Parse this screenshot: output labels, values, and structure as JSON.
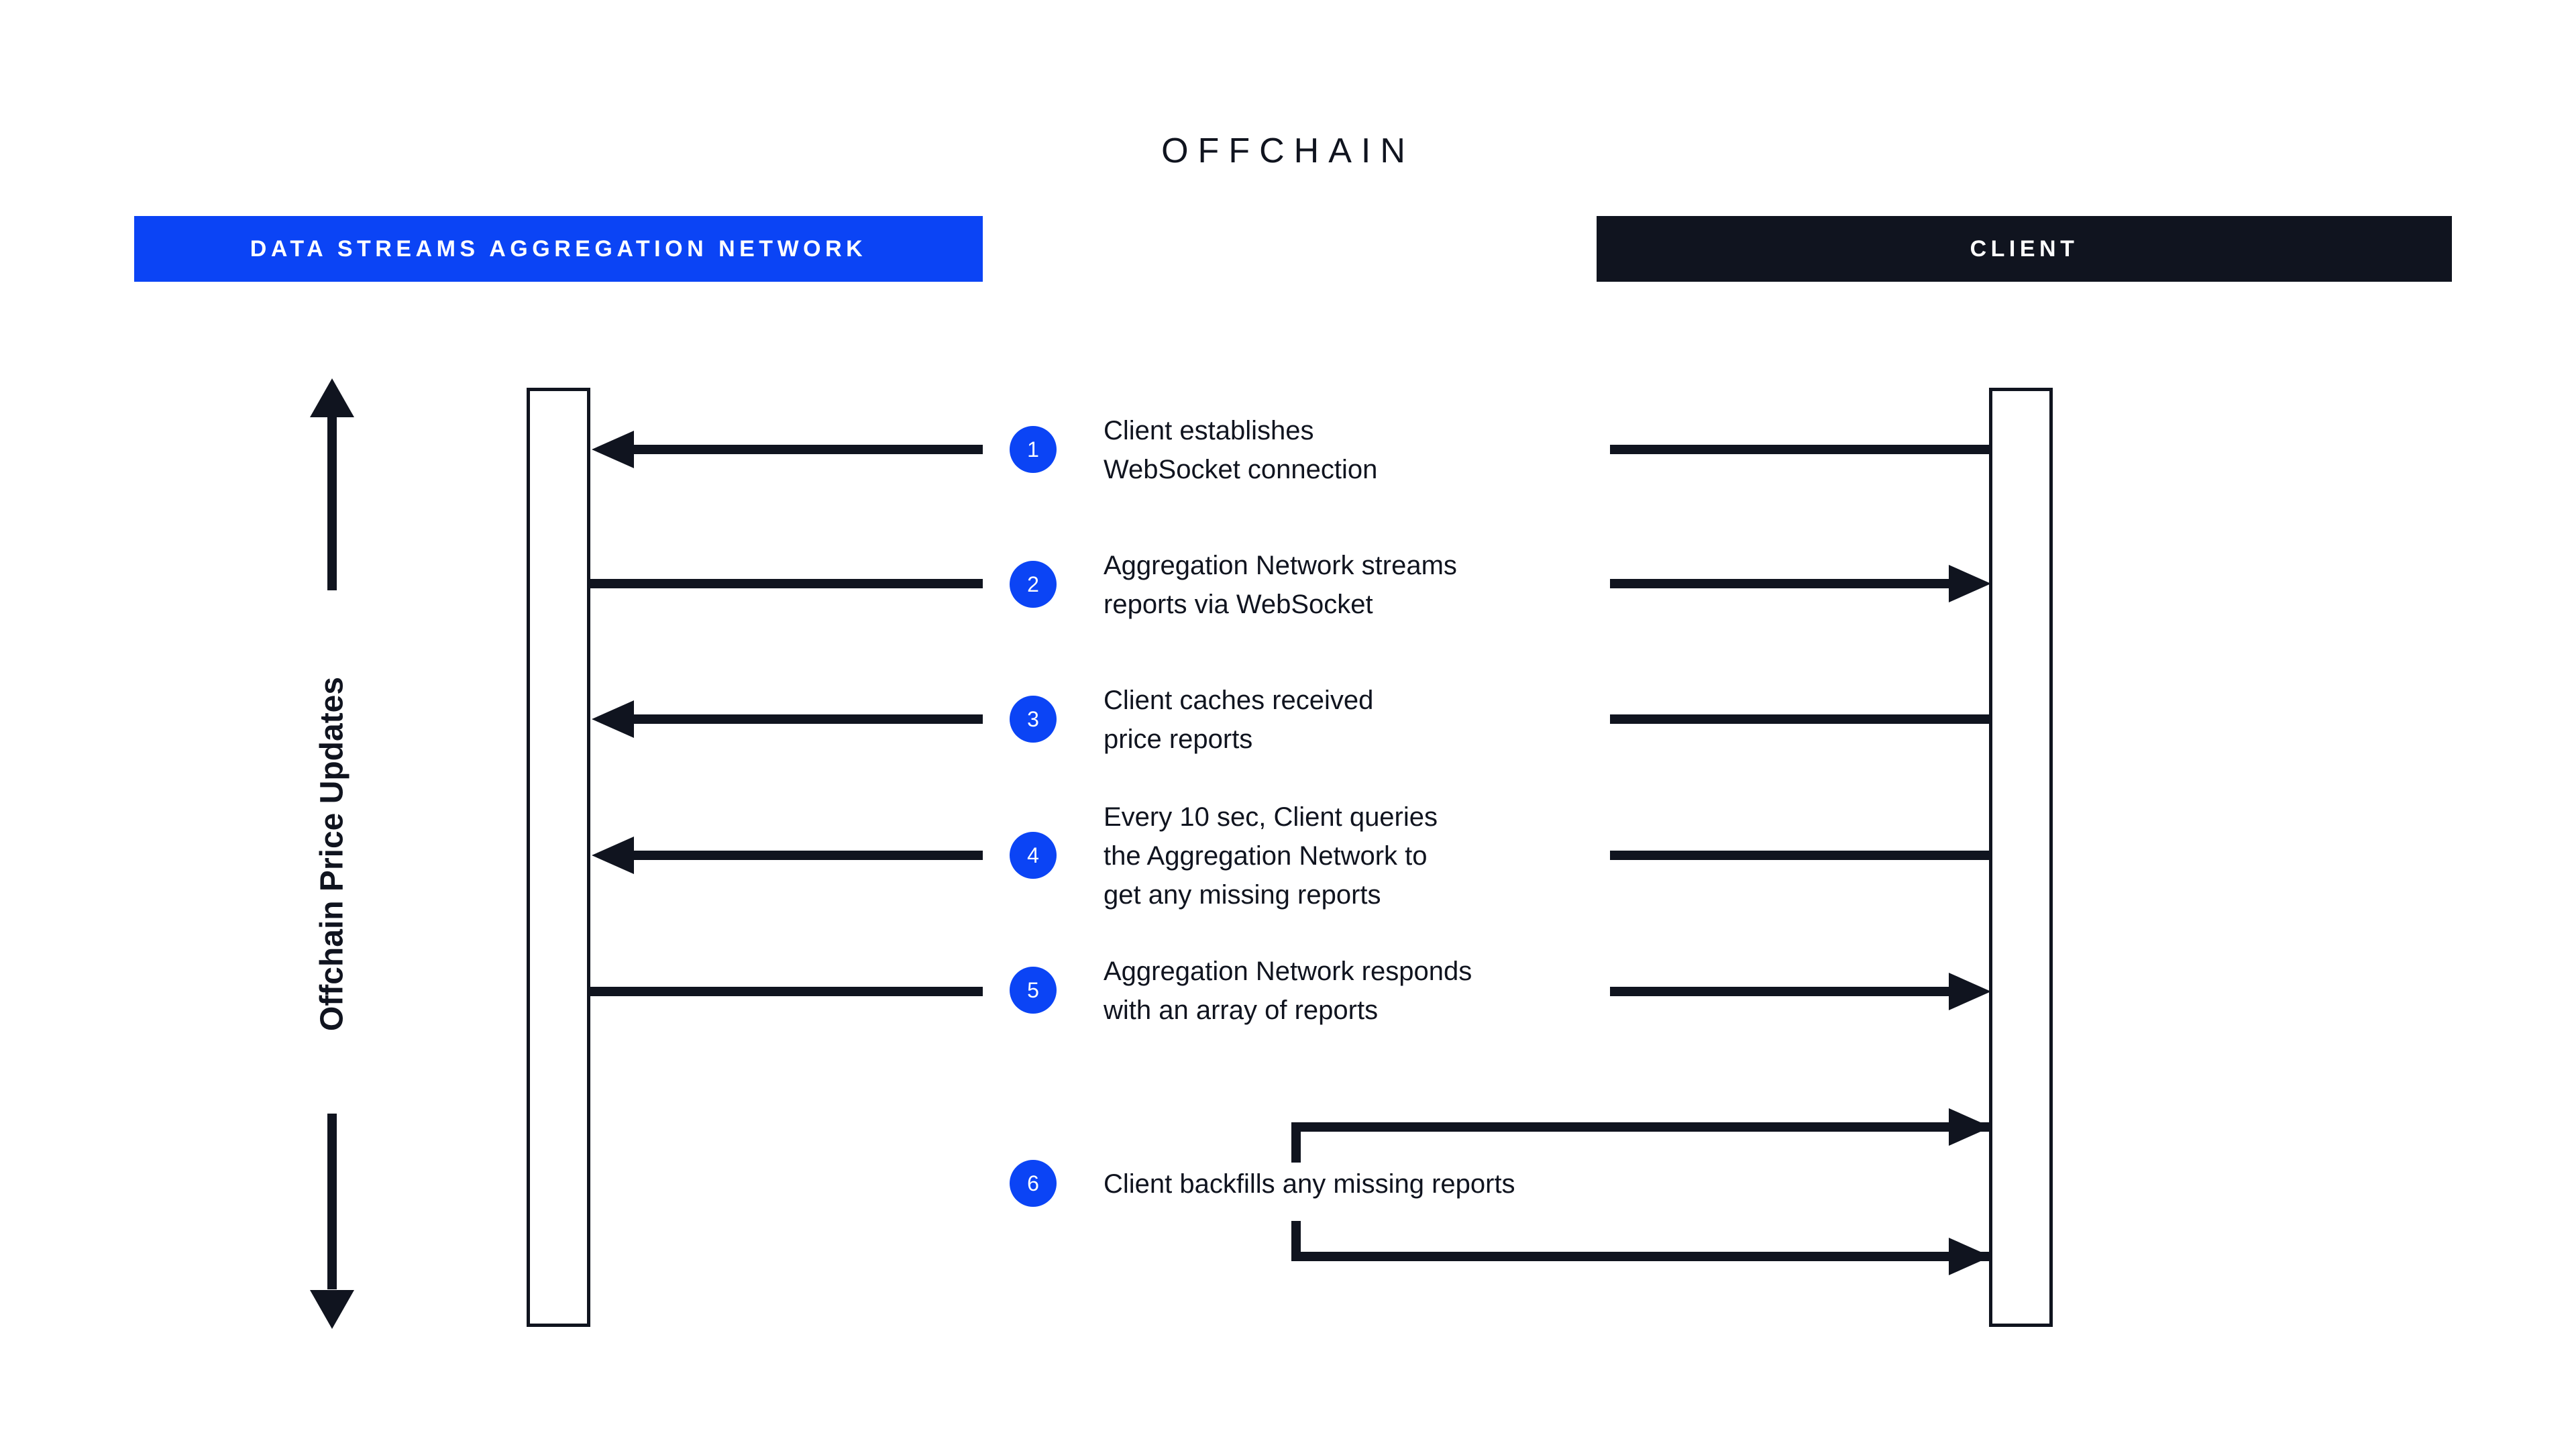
{
  "diagram": {
    "title": "OFFCHAIN",
    "colors": {
      "accent_blue": "#0b44f5",
      "dark": "#10141f",
      "background": "#ffffff",
      "text": "#10141f"
    }
  },
  "actors": {
    "left": {
      "label": "DATA STREAMS AGGREGATION NETWORK",
      "bar_color": "#0b44f5",
      "text_color": "#ffffff"
    },
    "right": {
      "label": "CLIENT",
      "bar_color": "#10141f",
      "text_color": "#ffffff"
    }
  },
  "axis": {
    "label": "Offchain Price Updates",
    "direction": "bidirectional"
  },
  "steps": [
    {
      "number": "1",
      "text": "Client establishes\nWebSocket connection",
      "direction": "right-to-left"
    },
    {
      "number": "2",
      "text": "Aggregation Network streams\nreports via WebSocket",
      "direction": "left-to-right"
    },
    {
      "number": "3",
      "text": "Client caches received\nprice reports",
      "direction": "right-to-left"
    },
    {
      "number": "4",
      "text": "Every 10 sec, Client queries\nthe Aggregation Network to\nget any missing reports",
      "direction": "right-to-left"
    },
    {
      "number": "5",
      "text": "Aggregation Network responds\nwith an array of reports",
      "direction": "left-to-right"
    },
    {
      "number": "6",
      "text": "Client backfills any missing reports",
      "direction": "self-loop"
    }
  ]
}
